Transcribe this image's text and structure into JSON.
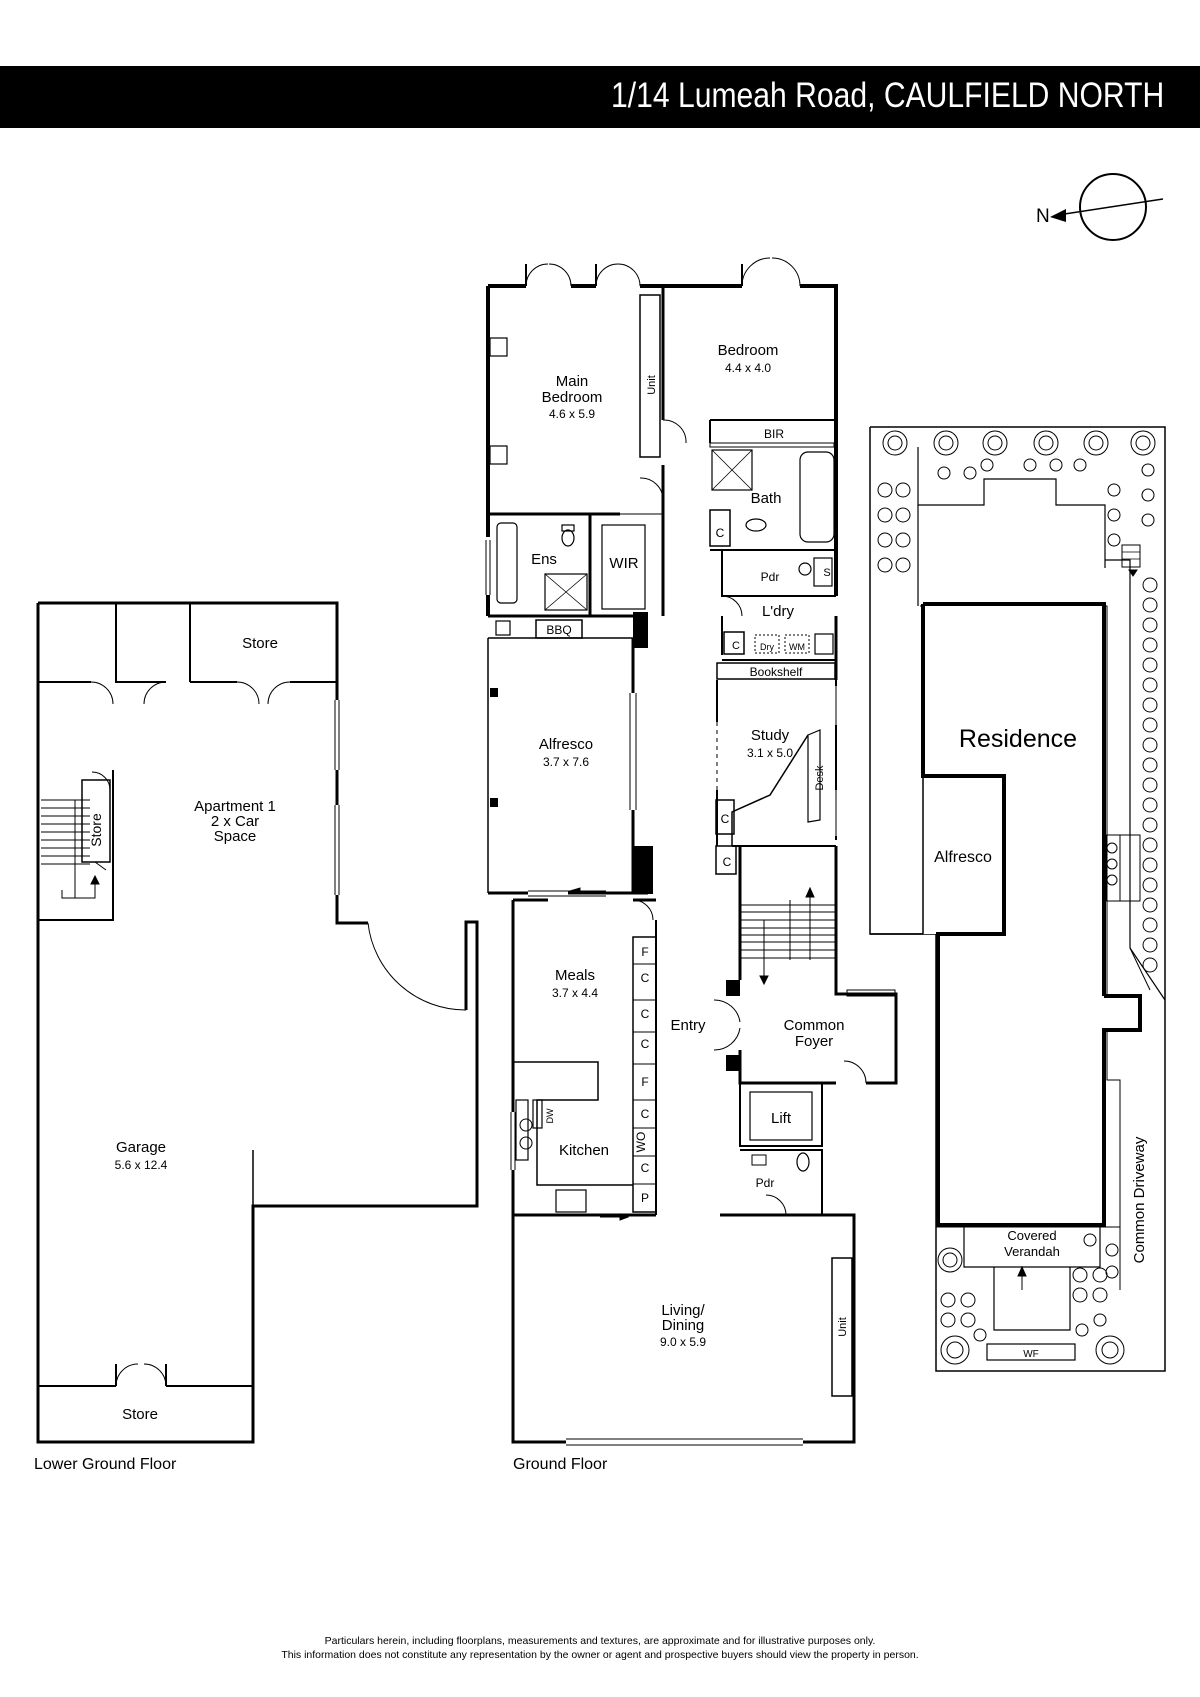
{
  "header": {
    "address": "1/14 Lumeah Road, CAULFIELD NORTH"
  },
  "compass": {
    "north_label": "N"
  },
  "floors": {
    "lower_ground": "Lower Ground Floor",
    "ground": "Ground Floor"
  },
  "rooms": {
    "main_bedroom": {
      "name1": "Main",
      "name2": "Bedroom",
      "dims": "4.6 x 5.9"
    },
    "unit_top": "Unit",
    "bedroom": {
      "name": "Bedroom",
      "dims": "4.4 x 4.0"
    },
    "bir": "BIR",
    "bath": "Bath",
    "c_bath": "C",
    "pdr_top": "Pdr",
    "s": "S",
    "ens": "Ens",
    "wir": "WIR",
    "ldry": "L'dry",
    "c_ldry": "C",
    "dry": "Dry",
    "wm": "WM",
    "bookshelf": "Bookshelf",
    "study": {
      "name": "Study",
      "dims": "3.1 x 5.0"
    },
    "desk": "Desk",
    "c_study": "C",
    "c_stair": "C",
    "bbq": "BBQ",
    "alfresco": {
      "name": "Alfresco",
      "dims": "3.7 x 7.6"
    },
    "meals": {
      "name": "Meals",
      "dims": "3.7 x 4.4"
    },
    "cupboards": [
      "F",
      "C",
      "C",
      "C",
      "F",
      "C",
      "WO",
      "C",
      "P"
    ],
    "dw": "DW",
    "kitchen": "Kitchen",
    "entry": "Entry",
    "common_foyer1": "Common",
    "common_foyer2": "Foyer",
    "lift": "Lift",
    "pdr_bottom": "Pdr",
    "living": {
      "name1": "Living/",
      "name2": "Dining",
      "dims": "9.0 x 5.9"
    },
    "unit_bottom": "Unit",
    "store_top": "Store",
    "store_stair": "Store",
    "apartment": {
      "line1": "Apartment 1",
      "line2": "2 x Car",
      "line3": "Space"
    },
    "garage": {
      "name": "Garage",
      "dims": "5.6 x 12.4"
    },
    "store_bottom": "Store"
  },
  "site": {
    "residence": "Residence",
    "alfresco": "Alfresco",
    "covered1": "Covered",
    "covered2": "Verandah",
    "wf": "WF",
    "driveway": "Common Driveway"
  },
  "footer": {
    "line1": "Particulars herein, including floorplans, measurements and textures, are approximate and for illustrative purposes only.",
    "line2": "This information does not constitute any representation by the owner or agent and prospective buyers should view the property in person."
  }
}
